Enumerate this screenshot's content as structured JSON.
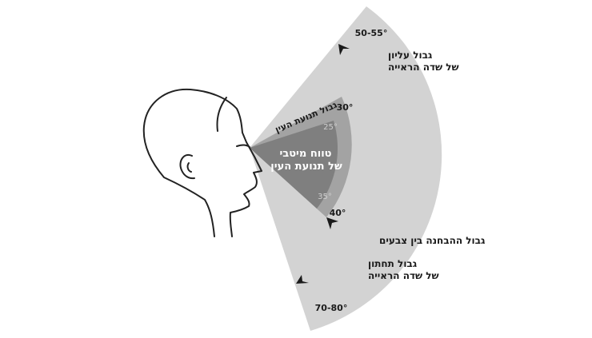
{
  "diagram": {
    "colors": {
      "outer_field": "#d3d3d3",
      "eye_movement": "#a3a3a3",
      "optimal": "#7f7f7f",
      "head_outline": "#222222",
      "text": "#1a1a1a",
      "arrow": "#1a1a1a"
    },
    "angles": {
      "upper_field": "50-55°",
      "lower_field": "70-80°",
      "upper_eye_movement": "30°",
      "lower_eye_movement": "40°",
      "upper_optimal": "25°",
      "lower_optimal": "35°"
    },
    "labels": {
      "upper_field_line1": "גבול עליון",
      "upper_field_line2": "של שדה הראייה",
      "eye_movement_limit": "גבול תנועת העין",
      "optimal_line1": "טווח מיטבי",
      "optimal_line2": "של תנועת העין",
      "color_distinction_limit": "גבול ההבחנה בין צבעים",
      "lower_field_line1": "גבול תחתון",
      "lower_field_line2": "של שדה הראייה"
    }
  }
}
